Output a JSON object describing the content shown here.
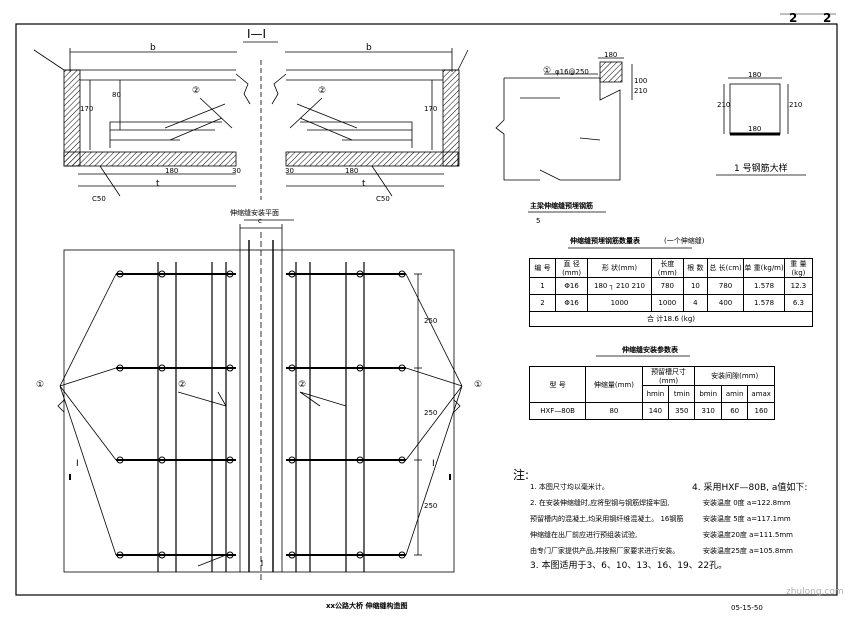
{
  "sheet": {
    "number_a": "2",
    "number_b": "2",
    "drawing_no": "05-15-50"
  },
  "title_block": {
    "title": "xx公路大桥 伸缩缝构造图"
  },
  "section": {
    "label": "I—I",
    "dim_b_left": "b",
    "dim_b_right": "b",
    "dim_t_left": "t",
    "dim_t_right": "t",
    "dim_170_left": "170",
    "dim_80": "80",
    "dim_170_right": "170",
    "dim_180_left": "180",
    "dim_30_left": "30",
    "dim_30_right": "30",
    "dim_180_right": "180",
    "callout_2": "②",
    "callout_2b": "②",
    "concrete_left": "C50",
    "concrete_right": "C50"
  },
  "plan": {
    "label": "伸缩缝安装平面",
    "center_c": "c",
    "dims_right": [
      "250",
      "250",
      "250"
    ],
    "marker_1_left": "①",
    "marker_1_right": "①",
    "marker_2_left": "②",
    "marker_2_right": "②",
    "cut_left": "I",
    "cut_right": "I"
  },
  "anchor_detail": {
    "marker_1": "①",
    "spec": "φ16@250",
    "dim_180": "180",
    "dim_100": "100",
    "dim_210": "210",
    "caption": "主梁伸缩缝预埋钢筋",
    "scale": "5"
  },
  "steel_table": {
    "caption": "伸缩缝预埋钢筋数量表",
    "unit": "(一个伸缩缝)",
    "headers": [
      "编 号",
      "直 径(mm)",
      "形 状(mm)",
      "长度(mm)",
      "根 数",
      "总 长(cm)",
      "单 重(kg/m)",
      "重 量(kg)"
    ],
    "rows": [
      [
        "1",
        "Φ16",
        "180 ┐ 210 210",
        "780",
        "10",
        "780",
        "1.578",
        "12.3"
      ],
      [
        "2",
        "Φ16",
        "1000",
        "1000",
        "4",
        "400",
        "1.578",
        "6.3"
      ]
    ],
    "total": "合 计18.6 (kg)"
  },
  "detail_box": {
    "dim_top": "180",
    "dim_left": "210",
    "dim_right": "210",
    "dim_bottom": "180",
    "caption": "1 号钢筋大样"
  },
  "param_table": {
    "caption": "伸缩缝安装参数表",
    "headers": [
      "型 号",
      "伸缩量(mm)",
      "hmin",
      "tmin",
      "bmin",
      "amin",
      "amax"
    ],
    "group_1": "预留槽尺寸(mm)",
    "group_2": "安装间隙(mm)",
    "rows": [
      [
        "HXF—80B",
        "80",
        "140",
        "350",
        "310",
        "60",
        "160"
      ]
    ]
  },
  "notes": {
    "heading": "注:",
    "left": [
      "1. 本图尺寸均以毫米计。",
      "2. 在安装伸缩缝时,应将型钢与钢筋焊接牢固,",
      "   预留槽内的混凝土,均采用钢纤维混凝土。      16钢筋",
      "   伸缩缝在出厂前应进行预组装试验,",
      "   由专门厂家提供产品,并按照厂家要求进行安装。",
      "3. 本图适用于3、6、10、13、16、19、22孔。"
    ],
    "right": [
      "4. 采用HXF—80B, a值如下:",
      "安装温度 0度 a=122.8mm",
      "安装温度 5度 a=117.1mm",
      "安装温度20度 a=111.5mm",
      "安装温度25度 a=105.8mm"
    ]
  },
  "watermark": "zhulong.com"
}
